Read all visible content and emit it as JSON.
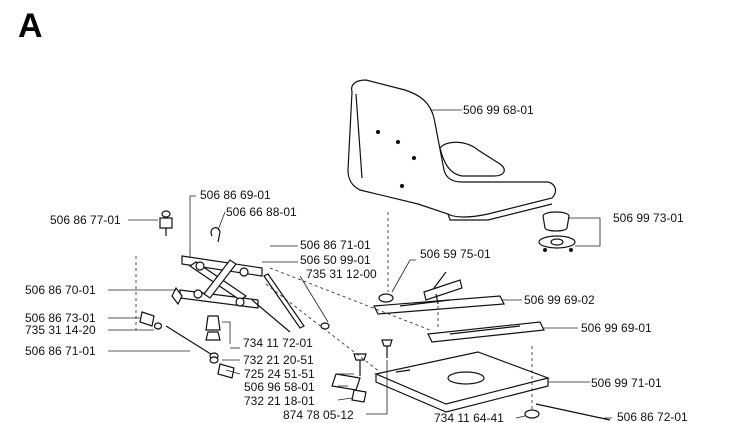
{
  "section_letter": "A",
  "labels": {
    "seat": "506 99 68-01",
    "spring_top": "506 86 69-01",
    "clip": "506 66 88-01",
    "knob": "506 86 77-01",
    "bar_a": "506 86 71-01",
    "bar_b": "506 50 99-01",
    "pin": "735 31 12-00",
    "lever": "506 59 75-01",
    "bracket_left": "506 86 70-01",
    "slide_upper": "506 99 69-02",
    "bushing": "506 86 73-01",
    "washer_small": "735 31 14-20",
    "slide_lower": "506 99 69-01",
    "nut_a": "734 11 72-01",
    "rod": "506 86 71-01",
    "nut_b": "732 21 20-51",
    "screw_a": "725 24 51-51",
    "plate_small": "506 96 58-01",
    "nut_c": "732 21 18-01",
    "base_plate": "506 99 71-01",
    "screw_b": "874 78 05-12",
    "washer_b": "734 11 64-41",
    "spring_rod": "506 86 72-01",
    "knob_assembly": "506 99 73-01"
  }
}
